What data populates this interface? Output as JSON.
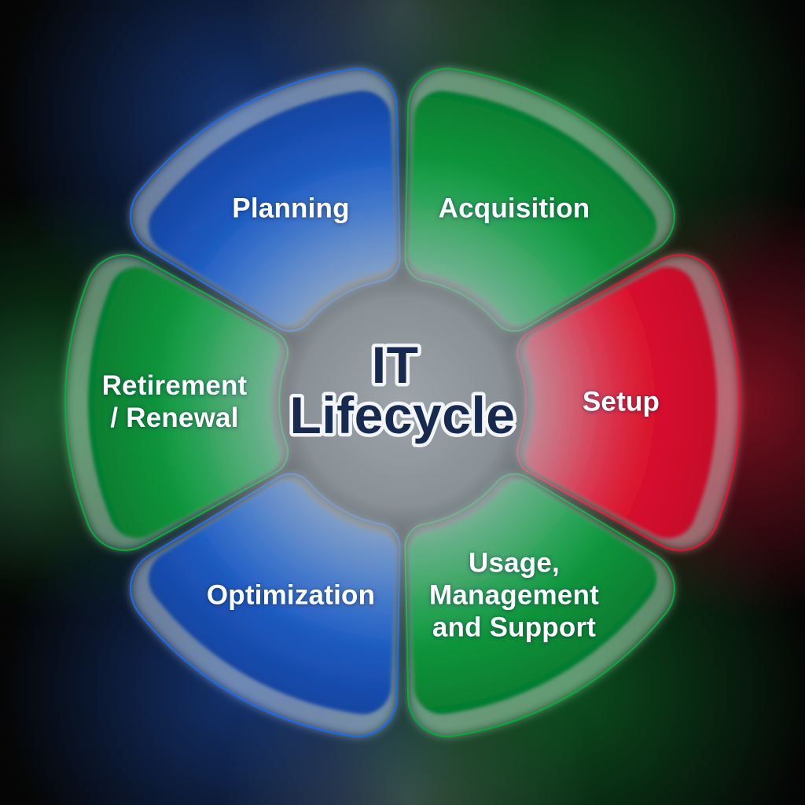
{
  "diagram": {
    "title": "IT Lifecycle",
    "center_title": {
      "line1": "IT",
      "line2": "Lifecycle",
      "text_color": "#17294e",
      "outline_color": "#f3f5f7"
    },
    "center_haze_color": "#aab3ba",
    "label_color": "#ffffff",
    "segments": [
      {
        "id": "planning",
        "label": "Planning",
        "color": "blue",
        "angle_deg": 120
      },
      {
        "id": "acquisition",
        "label": "Acquisition",
        "color": "green",
        "angle_deg": 60
      },
      {
        "id": "setup",
        "label": "Setup",
        "color": "red",
        "angle_deg": 0
      },
      {
        "id": "usage",
        "label": "Usage,\nManagement\nand Support",
        "color": "green",
        "angle_deg": -60
      },
      {
        "id": "optimization",
        "label": "Optimization",
        "color": "blue",
        "angle_deg": -120
      },
      {
        "id": "retirement",
        "label": "Retirement\n/ Renewal",
        "color": "green",
        "angle_deg": 180
      }
    ],
    "palette": {
      "blue": {
        "fill_inner": "#3b7ce0",
        "fill_mid": "#2161c8",
        "fill_outer": "#1545a2",
        "halo": "#b9d2f1",
        "outline": "#1e6ae8"
      },
      "green": {
        "fill_inner": "#1cb054",
        "fill_mid": "#0d9b3e",
        "fill_outer": "#067c30",
        "halo": "#aadfba",
        "outline": "#0aa83e"
      },
      "red": {
        "fill_inner": "#f03a54",
        "fill_mid": "#e0132f",
        "fill_outer": "#c50e2b",
        "halo": "#f5b3bc",
        "outline": "#e8122f"
      }
    }
  }
}
